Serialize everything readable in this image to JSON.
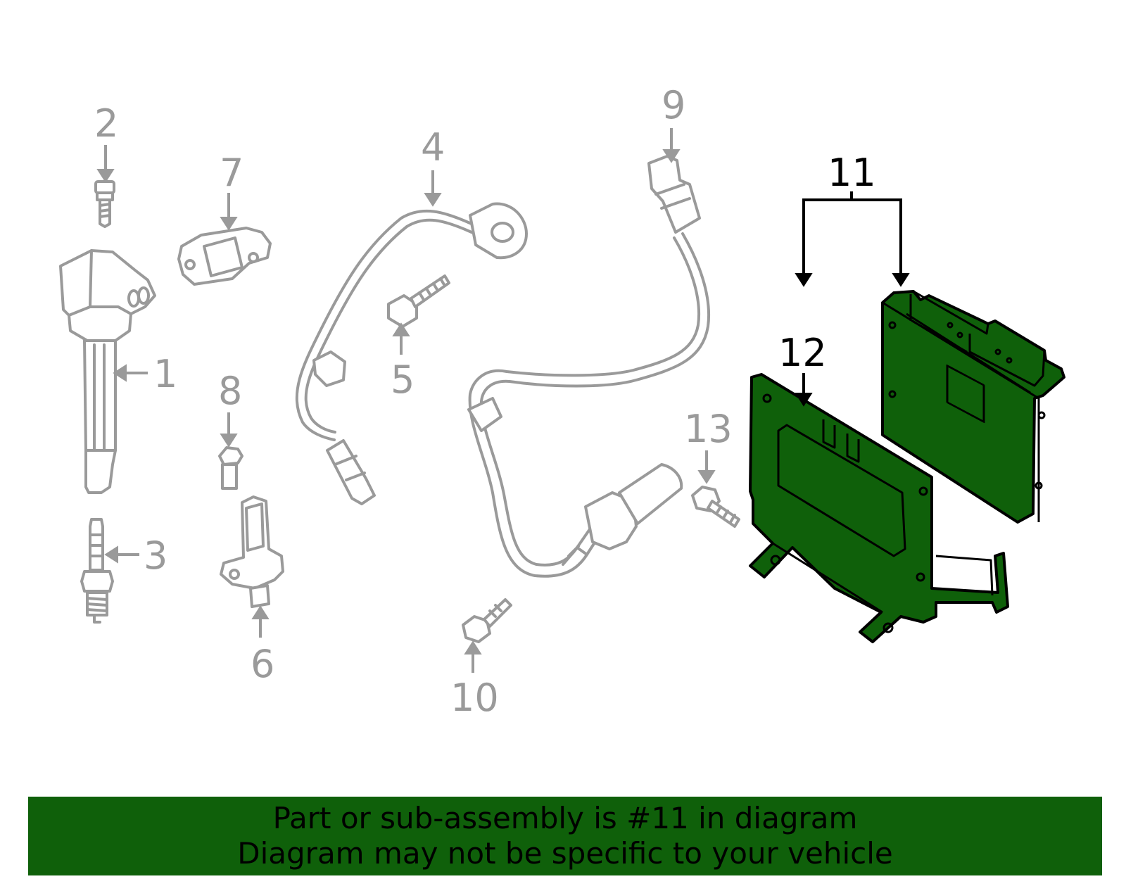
{
  "callouts": [
    {
      "id": "1",
      "label": "1",
      "highlighted": false
    },
    {
      "id": "2",
      "label": "2",
      "highlighted": false
    },
    {
      "id": "3",
      "label": "3",
      "highlighted": false
    },
    {
      "id": "4",
      "label": "4",
      "highlighted": false
    },
    {
      "id": "5",
      "label": "5",
      "highlighted": false
    },
    {
      "id": "6",
      "label": "6",
      "highlighted": false
    },
    {
      "id": "7",
      "label": "7",
      "highlighted": false
    },
    {
      "id": "8",
      "label": "8",
      "highlighted": false
    },
    {
      "id": "9",
      "label": "9",
      "highlighted": false
    },
    {
      "id": "10",
      "label": "10",
      "highlighted": false
    },
    {
      "id": "11",
      "label": "11",
      "highlighted": true
    },
    {
      "id": "12",
      "label": "12",
      "highlighted": true
    },
    {
      "id": "13",
      "label": "13",
      "highlighted": false
    }
  ],
  "colors": {
    "highlight_green": "#0f600a",
    "part_gray": "#9a9a9a",
    "outline_black": "#000000",
    "background": "#ffffff"
  },
  "banner": {
    "line1": "Part or sub-assembly is #11 in diagram",
    "line2": "Diagram may not be specific to your vehicle"
  }
}
